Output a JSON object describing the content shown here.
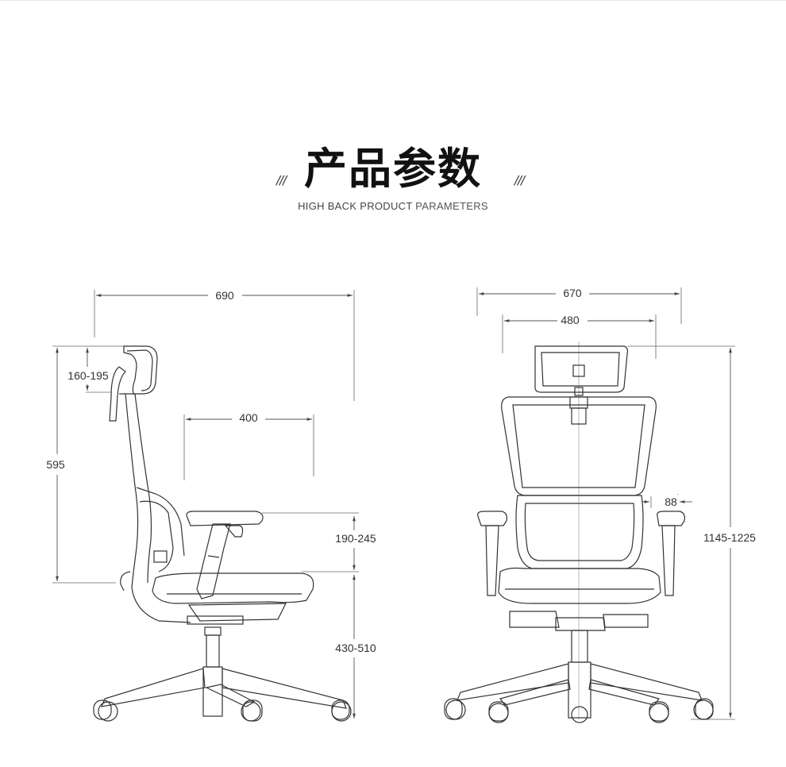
{
  "header": {
    "title": "产品参数",
    "slash_left": "///",
    "slash_right": "///",
    "subtitle_left": "HIGH BACK  PRODUCT",
    "subtitle_right": "PARAMETERS"
  },
  "side_view": {
    "width_label": "690",
    "headrest_adjust_label": "160-195",
    "backrest_height_label": "595",
    "seat_depth_label": "400",
    "armrest_height_label": "190-245",
    "seat_height_label": "430-510"
  },
  "front_view": {
    "overall_width_label": "670",
    "seat_width_label": "480",
    "armrest_offset_label": "88",
    "overall_height_label": "1145-1225"
  },
  "colors": {
    "line": "#333333",
    "dimension_line": "#555555",
    "background": "#ffffff"
  }
}
